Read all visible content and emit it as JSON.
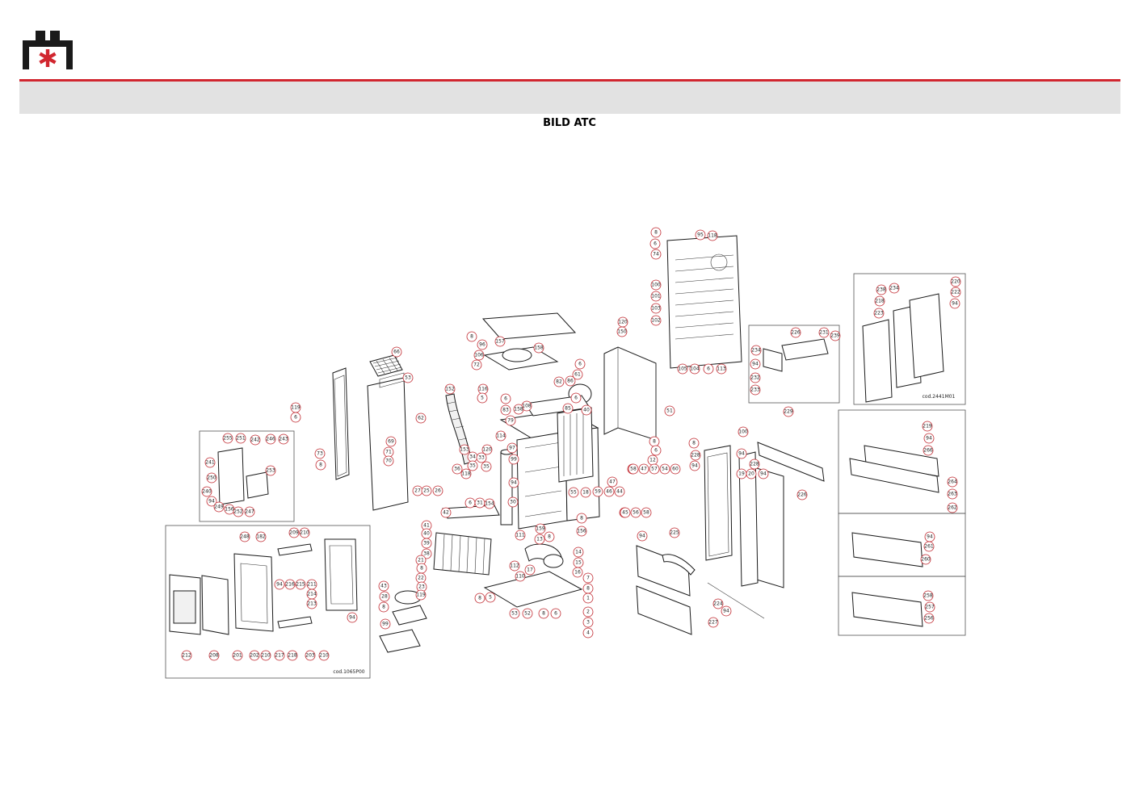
{
  "header": {
    "title": "BILD ATC",
    "logo_icon": "company-logo-icon",
    "accent_color": "#d1262f",
    "band_color": "#e2e2e2"
  },
  "diagram": {
    "type": "exploded-parts-view",
    "drawing_refs": {
      "top_right_inset": "cod.2441M01",
      "bottom_left_inset": "cod.1065P00"
    },
    "callouts": [
      "8",
      "6",
      "74",
      "95",
      "118",
      "100",
      "101",
      "103",
      "102",
      "105",
      "104",
      "6",
      "113",
      "120",
      "150",
      "8",
      "96",
      "157",
      "158",
      "106",
      "72",
      "82",
      "6",
      "61",
      "86",
      "116",
      "85",
      "5",
      "6",
      "6",
      "40",
      "108",
      "158",
      "83",
      "79",
      "66",
      "53",
      "119",
      "6",
      "62",
      "73",
      "8",
      "152",
      "153",
      "34",
      "33",
      "35",
      "36",
      "120",
      "35",
      "97",
      "114",
      "99",
      "69",
      "71",
      "70",
      "27",
      "25",
      "26",
      "118",
      "6",
      "31",
      "154",
      "30",
      "94",
      "42",
      "41",
      "40",
      "39",
      "38",
      "21",
      "8",
      "22",
      "23",
      "119",
      "43",
      "28",
      "8",
      "99",
      "159",
      "13",
      "8",
      "111",
      "112",
      "110",
      "17",
      "14",
      "15",
      "16",
      "7",
      "8",
      "1",
      "2",
      "3",
      "4",
      "53",
      "52",
      "8",
      "6",
      "5",
      "8",
      "156",
      "8",
      "51",
      "8",
      "6",
      "12",
      "20",
      "47",
      "57",
      "54",
      "60",
      "6",
      "58",
      "47",
      "59",
      "46",
      "44",
      "45",
      "56",
      "58",
      "55",
      "18",
      "8",
      "228",
      "94",
      "227",
      "94",
      "225",
      "226",
      "224",
      "94",
      "100",
      "94",
      "19",
      "228",
      "20",
      "94",
      "229",
      "226",
      "231",
      "239",
      "234",
      "94",
      "232",
      "233",
      "238",
      "234",
      "218",
      "223",
      "220",
      "222",
      "94",
      "219",
      "94",
      "266",
      "264",
      "263",
      "262",
      "94",
      "261",
      "260",
      "258",
      "257",
      "256",
      "255",
      "251",
      "242",
      "246",
      "243",
      "241",
      "250",
      "253",
      "240",
      "94",
      "249",
      "156",
      "252",
      "247",
      "248",
      "182",
      "209",
      "210",
      "94",
      "216",
      "215",
      "211",
      "214",
      "213",
      "212",
      "208",
      "201",
      "202",
      "210",
      "217",
      "218",
      "203",
      "210",
      "94",
      "161"
    ]
  }
}
